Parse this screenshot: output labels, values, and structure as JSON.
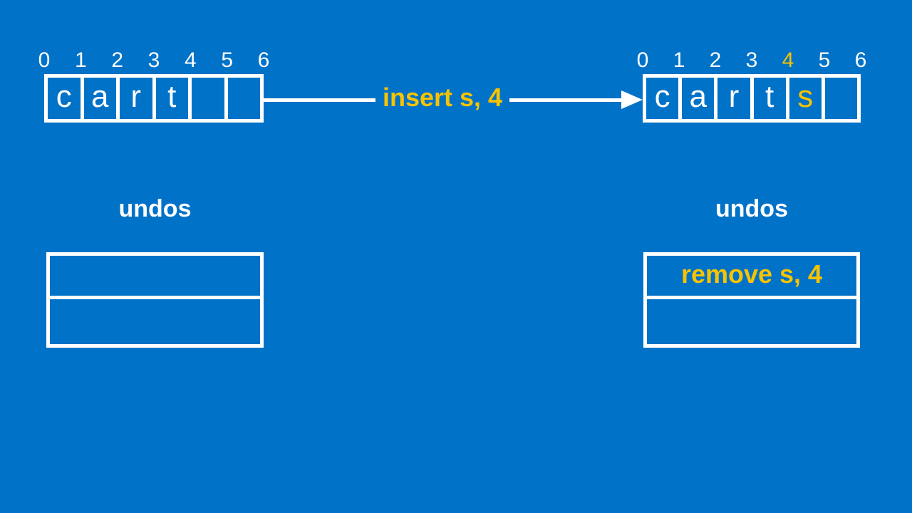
{
  "colors": {
    "background": "#0072C8",
    "foreground": "#FFFFFF",
    "accent": "#F8C300"
  },
  "left_panel": {
    "array": {
      "indices": [
        "0",
        "1",
        "2",
        "3",
        "4",
        "5",
        "6"
      ],
      "cells": [
        "c",
        "a",
        "r",
        "t",
        "",
        ""
      ],
      "highlight_index": null
    },
    "stack": {
      "label": "undos",
      "rows": [
        "",
        ""
      ]
    }
  },
  "operation": {
    "label": "insert s, 4"
  },
  "right_panel": {
    "array": {
      "indices": [
        "0",
        "1",
        "2",
        "3",
        "4",
        "5",
        "6"
      ],
      "cells": [
        "c",
        "a",
        "r",
        "t",
        "s",
        ""
      ],
      "highlight_index": 4
    },
    "stack": {
      "label": "undos",
      "rows": [
        "remove s, 4",
        ""
      ]
    }
  }
}
